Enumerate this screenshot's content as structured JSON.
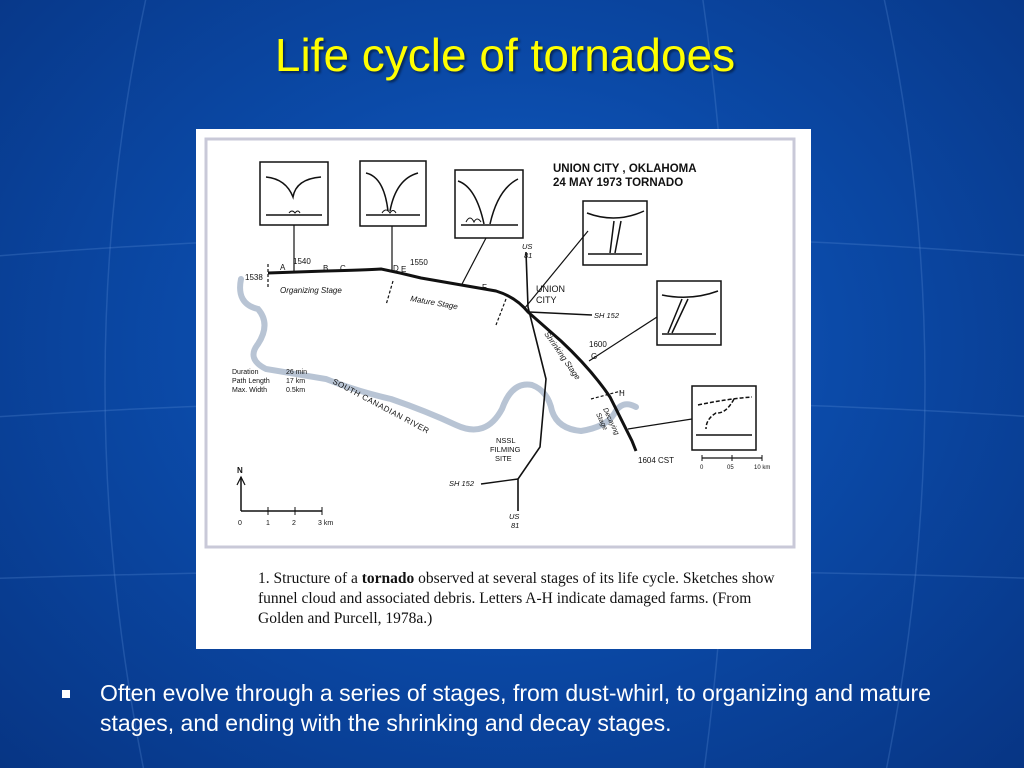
{
  "slide": {
    "title": "Life cycle of tornadoes",
    "bullet": "Often evolve through a series of stages, from dust-whirl, to organizing and mature stages, and ending with the shrinking and decay stages."
  },
  "figure": {
    "heading_line1": "UNION CITY , OKLAHOMA",
    "heading_line2": "24 MAY 1973  TORNADO",
    "times": {
      "t1538": "1538",
      "t1540": "1540",
      "t1550": "1550",
      "t1600": "1600",
      "t1604": "1604 CST"
    },
    "farm_letters": [
      "A",
      "B",
      "C",
      "D",
      "E",
      "F",
      "G",
      "H"
    ],
    "stages": {
      "organizing": "Organizing Stage",
      "mature": "Mature Stage",
      "shrinking": "Shrinking Stage",
      "decaying_1": "Decaying",
      "decaying_2": "Stage"
    },
    "places": {
      "union_1": "UNION",
      "union_2": "CITY",
      "river": "SOUTH CANADIAN RIVER",
      "nssl_1": "NSSL",
      "nssl_2": "FILMING",
      "nssl_3": "SITE",
      "sh152_east": "SH 152",
      "sh152_west": "SH 152",
      "us81_top_1": "US",
      "us81_top_2": "81",
      "us81_bottom_1": "US",
      "us81_bottom_2": "81"
    },
    "stats": {
      "duration_label": "Duration",
      "duration_value": "26 min",
      "path_label": "Path Length",
      "path_value": "17 km",
      "width_label": "Max. Width",
      "width_value": "0.5km"
    },
    "north_label": "N",
    "scale_main": [
      "0",
      "1",
      "2",
      "3 km"
    ],
    "scale_inset": [
      "0",
      "05",
      "10 km"
    ],
    "caption": {
      "before": "1. Structure of a ",
      "bold": "tornado",
      "after": " observed at several stages of its life cycle. Sketches show funnel cloud and associated debris. Letters A-H indicate damaged farms. (From Golden and Purcell, 1978a.)"
    }
  },
  "colors": {
    "title": "#ffff00",
    "background": "#0b4aa8",
    "river": "#b8c4d4",
    "line": "#111111"
  }
}
